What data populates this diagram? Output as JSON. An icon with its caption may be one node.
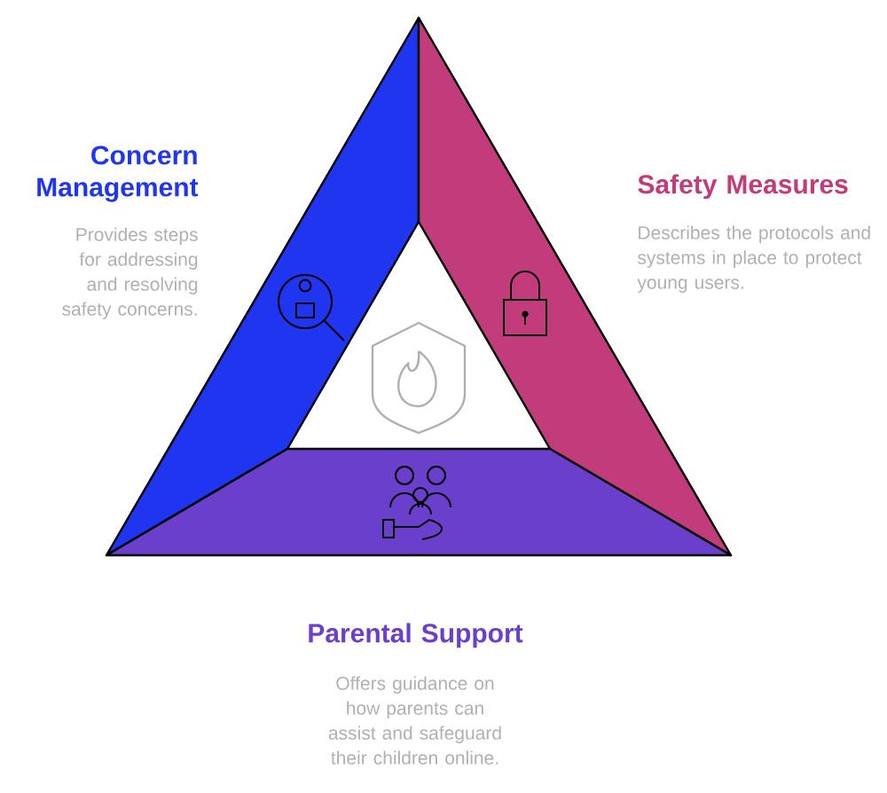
{
  "diagram": {
    "nodes": [
      {
        "text": [],
        "shape": "band"
      },
      {
        "text": [],
        "shape": "band"
      },
      {
        "text": [],
        "shape": "band"
      }
    ],
    "labels": [
      "Concern Management",
      "Provides steps for addressing and resolving safety concerns.",
      "Safety Measures",
      "Describes the protocols and systems in place to protect young users.",
      "Parental Support",
      "Offers guidance on how parents can assist and safeguard their children online."
    ]
  }
}
